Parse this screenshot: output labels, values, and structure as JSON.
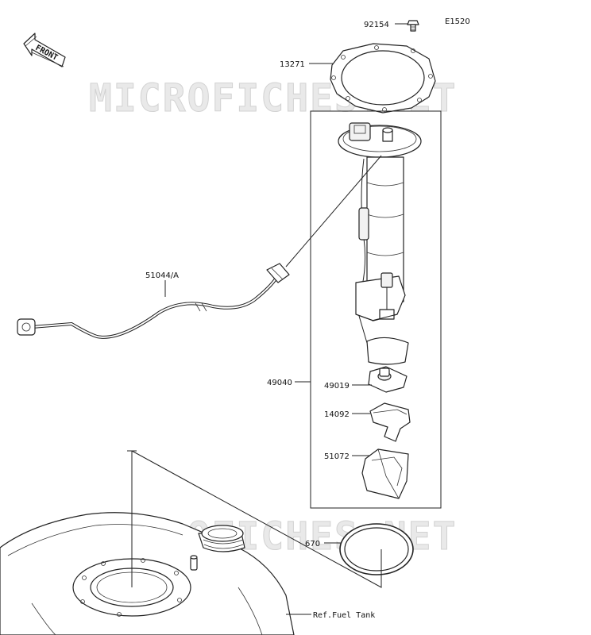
{
  "diagram": {
    "code": "E1520",
    "watermark": "MICROFICHES.NET",
    "front_label": "FRONT",
    "parts": [
      {
        "id": "p92154",
        "number": "92154"
      },
      {
        "id": "p13271",
        "number": "13271"
      },
      {
        "id": "p51044",
        "number": "51044/A"
      },
      {
        "id": "p49040",
        "number": "49040"
      },
      {
        "id": "p49019",
        "number": "49019"
      },
      {
        "id": "p14092",
        "number": "14092"
      },
      {
        "id": "p51072",
        "number": "51072"
      },
      {
        "id": "p670",
        "number": "670"
      }
    ],
    "reference": "Ref.Fuel Tank"
  }
}
